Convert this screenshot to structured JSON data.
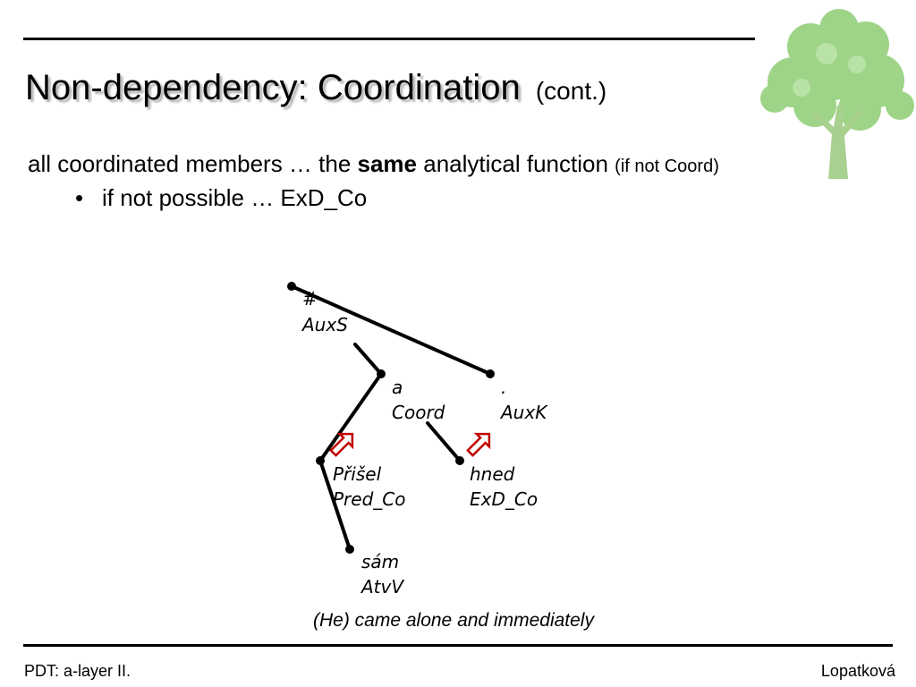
{
  "slide": {
    "title": "Non-dependency: Coordination",
    "title_suffix": "(cont.)",
    "line1_pre": "all coordinated members … the ",
    "line1_bold": "same",
    "line1_post": " analytical function ",
    "line1_note": "(if not Coord)",
    "bullet_mark": "•",
    "bullet_text": "if not possible … ExD_Co"
  },
  "tree": {
    "nodes": [
      {
        "form": "#",
        "afun": "AuxS"
      },
      {
        "form": "a",
        "afun": "Coord"
      },
      {
        "form": ".",
        "afun": "AuxK"
      },
      {
        "form": "Přišel",
        "afun": "Pred_Co"
      },
      {
        "form": "hned",
        "afun": "ExD_Co"
      },
      {
        "form": "sám",
        "afun": "AtvV"
      }
    ],
    "arrow_color": "#c00000"
  },
  "caption": "(He) came alone and immediately",
  "footer": {
    "left": "PDT: a-layer II.",
    "right": "Lopatková"
  }
}
